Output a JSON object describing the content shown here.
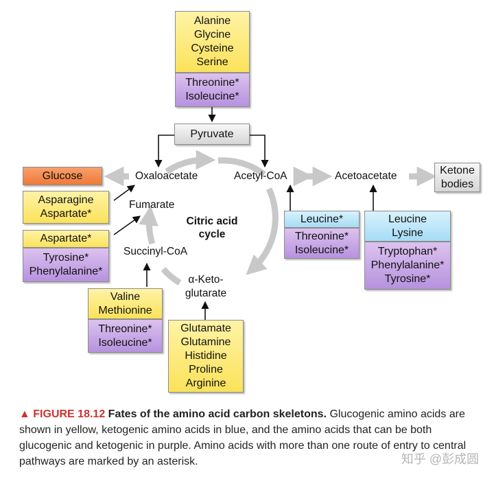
{
  "nodes": {
    "pyruvate": "Pyruvate",
    "oxaloacetate": "Oxaloacetate",
    "acetyl_coa": "Acetyl-CoA",
    "acetoacetate": "Acetoacetate",
    "ketone_bodies_l1": "Ketone",
    "ketone_bodies_l2": "bodies",
    "glucose": "Glucose",
    "fumarate": "Fumarate",
    "succinyl_coa": "Succinyl-CoA",
    "aketo_l1": "α-Keto-",
    "aketo_l2": "glutarate",
    "cycle_l1": "Citric acid",
    "cycle_l2": "cycle"
  },
  "boxes": {
    "pyruvate_yellow": [
      "Alanine",
      "Glycine",
      "Cysteine",
      "Serine"
    ],
    "pyruvate_purple": [
      "Threonine*",
      "Isoleucine*"
    ],
    "oxaloacetate_yellow": [
      "Asparagine",
      "Aspartate*"
    ],
    "fumarate_yellow": [
      "Aspartate*"
    ],
    "fumarate_purple": [
      "Tyrosine*",
      "Phenylalanine*"
    ],
    "succinyl_yellow": [
      "Valine",
      "Methionine"
    ],
    "succinyl_purple": [
      "Threonine*",
      "Isoleucine*"
    ],
    "akg_yellow": [
      "Glutamate",
      "Glutamine",
      "Histidine",
      "Proline",
      "Arginine"
    ],
    "acetyl_blue": [
      "Leucine*"
    ],
    "acetyl_purple": [
      "Threonine*",
      "Isoleucine*"
    ],
    "acetoacetate_blue": [
      "Leucine",
      "Lysine"
    ],
    "acetoacetate_purple": [
      "Tryptophan*",
      "Phenylalanine*",
      "Tyrosine*"
    ]
  },
  "caption": {
    "figure_label": "▲ FIGURE 18.12",
    "title": "Fates of the amino acid carbon skeletons.",
    "body": "Glucogenic amino acids are shown in yellow, ketogenic amino acids in blue, and the amino acids that can be both glucogenic and ketogenic in purple. Amino acids with more than one route of entry to central pathways are marked by an asterisk."
  },
  "watermark": "知乎 @彭成圆",
  "colors": {
    "glucogenic": "#fbe25a",
    "ketogenic": "#a6dcf6",
    "both": "#b692de",
    "glucose": "#ef7a37",
    "neutral": "#d6d6d6",
    "cycle_arrow": "#c8c8c8",
    "figure_label": "#d0312d"
  }
}
